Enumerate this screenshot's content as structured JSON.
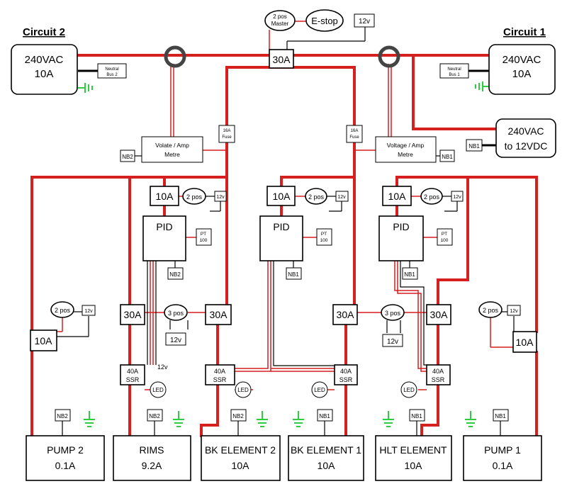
{
  "circuit2": {
    "title": "Circuit 2",
    "supply_v": "240VAC",
    "supply_a": "10A",
    "neutral_top": "Neutral",
    "neutral_bot": "Bus 2"
  },
  "circuit1": {
    "title": "Circuit 1",
    "supply_v": "240VAC",
    "supply_a": "10A",
    "neutral_top": "Neutral",
    "neutral_bot": "Bus 1"
  },
  "master": {
    "line1": "2 pos",
    "line2": "Master"
  },
  "estop": "E-stop",
  "v12": "12v",
  "main_fuse": "30A",
  "fuse16": {
    "line1": "16A",
    "line2": "Fuse"
  },
  "meter_left": {
    "line1": "Volate / Amp",
    "line2": "Metre"
  },
  "meter_right": {
    "line1": "Voltage / Amp",
    "line2": "Metre"
  },
  "nb1": "NB1",
  "nb2": "NB2",
  "converter": {
    "line1": "240VAC",
    "line2": "to 12VDC"
  },
  "f10": "10A",
  "f30": "30A",
  "sw2": "2 pos",
  "sw3": "3 pos",
  "pid": "PID",
  "pt": {
    "line1": "PT",
    "line2": "100"
  },
  "ssr": {
    "line1": "40A",
    "line2": "SSR"
  },
  "led": "LED",
  "loads": [
    {
      "name": "PUMP 2",
      "rating": "0.1A"
    },
    {
      "name": "RIMS",
      "rating": "9.2A"
    },
    {
      "name": "BK ELEMENT 2",
      "rating": "10A"
    },
    {
      "name": "BK ELEMENT 1",
      "rating": "10A"
    },
    {
      "name": "HLT ELEMENT",
      "rating": "10A"
    },
    {
      "name": "PUMP 1",
      "rating": "0.1A"
    }
  ]
}
